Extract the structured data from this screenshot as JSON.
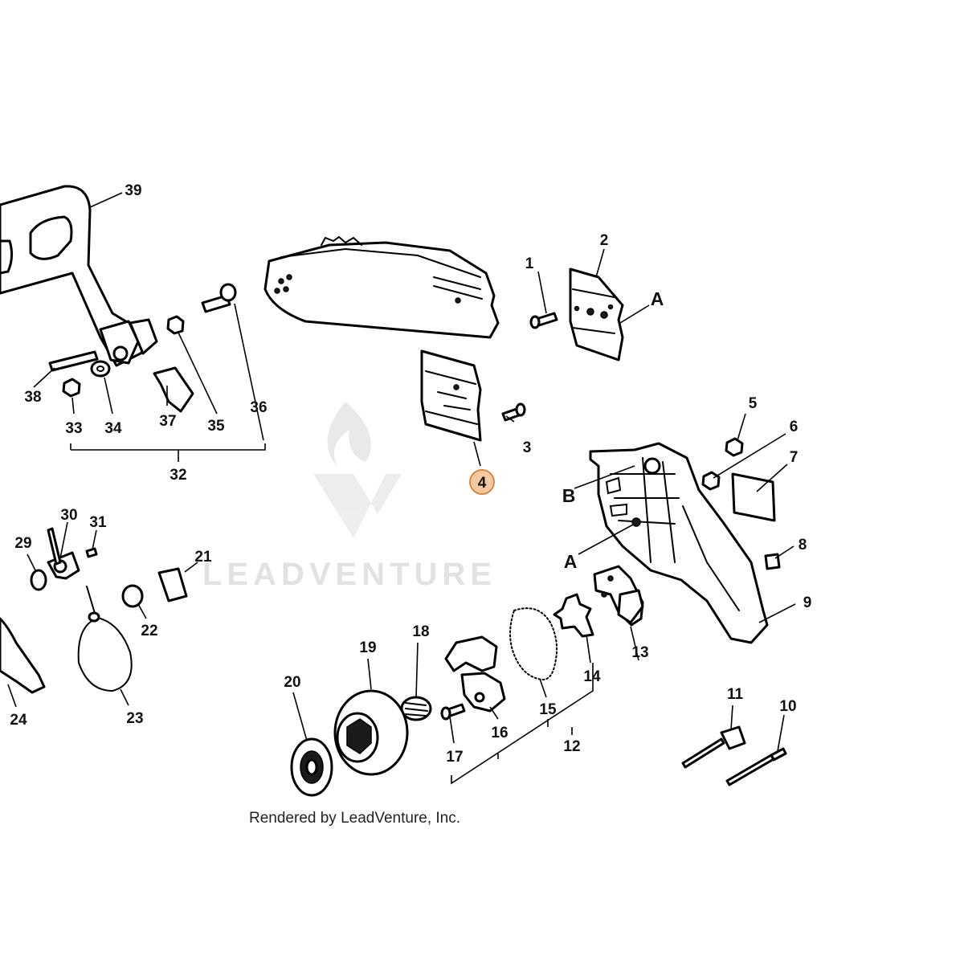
{
  "watermark": {
    "text": "LEADVENTURE",
    "color": "#d8d8d8"
  },
  "footer": {
    "text": "Rendered by LeadVenture, Inc."
  },
  "highlight": {
    "label": "4",
    "fill": "#f4c9a2",
    "stroke": "#d18a4a"
  },
  "ref_letters": [
    "A",
    "B",
    "A"
  ],
  "callouts": [
    "1",
    "2",
    "3",
    "5",
    "6",
    "7",
    "8",
    "9",
    "10",
    "11",
    "12",
    "13",
    "14",
    "15",
    "16",
    "17",
    "18",
    "19",
    "20",
    "21",
    "22",
    "23",
    "24",
    "29",
    "30",
    "31",
    "32",
    "33",
    "34",
    "35",
    "36",
    "37",
    "38",
    "39"
  ]
}
